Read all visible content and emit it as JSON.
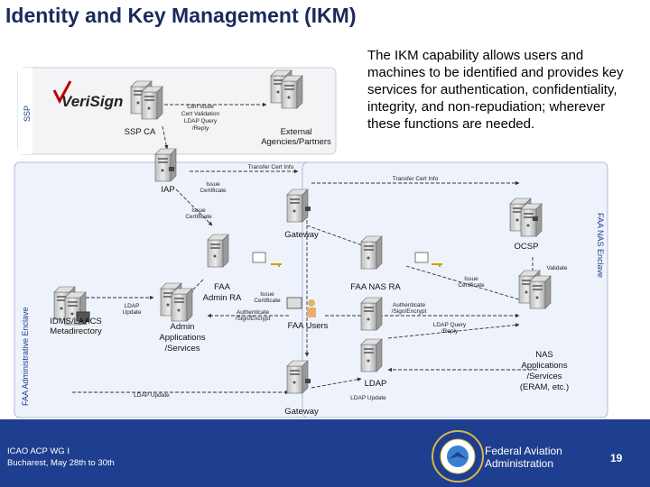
{
  "title": "Identity and Key Management (IKM)",
  "description": "The IKM capability allows users and machines to be identified and provides key services for authentication, confidentiality, integrity, and non-repudiation; wherever these functions are needed.",
  "enclaves": {
    "ssp": "SSP",
    "admin": "FAA Administrative Enclave",
    "nas": "FAA NAS Enclave"
  },
  "logo": {
    "verisign": "VeriSign"
  },
  "nodes": {
    "ssp_ca": "SSP CA",
    "external": [
      "External",
      "Agencies/Partners"
    ],
    "iap": "IAP",
    "gateway_top": "Gateway",
    "gateway_bottom": "Gateway",
    "ocsp": "OCSP",
    "faa_admin_ra": [
      "FAA",
      "Admin RA"
    ],
    "faa_nas_ra": "FAA NAS RA",
    "idms": [
      "IDMS/LAACS",
      "Metadirectory"
    ],
    "admin_apps": [
      "Admin",
      "Applications",
      "/Services"
    ],
    "faa_users": "FAA Users",
    "ldap": "LDAP",
    "nas_apps": [
      "NAS",
      "Applications",
      "/Services",
      "(ERAM, etc.)"
    ]
  },
  "annotations": {
    "cert_issue": [
      "Cert Issue",
      "Cert Validation",
      "LDAP Query",
      "/Reply"
    ],
    "transfer_top": "Transfer Cert Info",
    "transfer_right": "Transfer Cert Info",
    "issue_cert_iap": [
      "Issue",
      "Certificate"
    ],
    "issue_cert_iap2": [
      "Issue",
      "Certificate"
    ],
    "issue_cert_admin": [
      "Issue",
      "Certificate"
    ],
    "issue_cert_nas": [
      "Issue",
      "Certificate"
    ],
    "validate": "Validate",
    "ldap_update_idms": [
      "LDAP",
      "Update"
    ],
    "auth_admin": [
      "Authenticate",
      "/Sign/Encrypt"
    ],
    "auth_nas": [
      "Authenticate",
      "/Sign/Encrypt"
    ],
    "ldap_query": [
      "LDAP Query",
      "/Reply"
    ],
    "ldap_update_bottom": "LDAP Update",
    "ldap_update_gw": "LDAP Update"
  },
  "footer": {
    "org": "ICAO ACP WG I",
    "location": "Bucharest, May 28th to 30th",
    "faa": [
      "Federal Aviation",
      "Administration"
    ],
    "page": "19"
  },
  "colors": {
    "brand_blue": "#1e3f8f",
    "enclave_fill": "#eef3fb",
    "server": "#c9c9c9"
  }
}
